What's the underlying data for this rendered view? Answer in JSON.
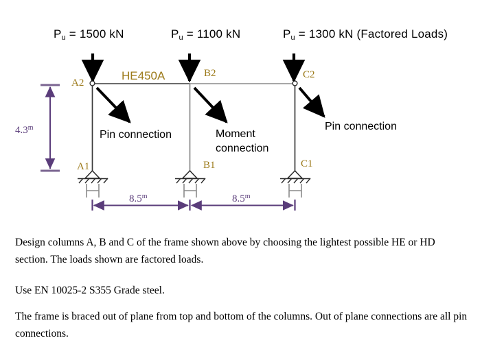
{
  "loads": {
    "unit": "kN",
    "suffix_note": "(Factored Loads)",
    "items": [
      {
        "label": "P",
        "sub": "u",
        "eq": " = 1500 kN",
        "value": 1500,
        "node": "A2"
      },
      {
        "label": "P",
        "sub": "u",
        "eq": " = 1100 kN",
        "value": 1100,
        "node": "B2"
      },
      {
        "label": "P",
        "sub": "u",
        "eq": " = 1300 kN (Factored Loads)",
        "value": 1300,
        "node": "C2"
      }
    ],
    "full_text_1": "P",
    "full_text_2": "P",
    "full_text_3": "P"
  },
  "frame": {
    "beam_section": "HE450A",
    "nodes": {
      "a_top": "A2",
      "b_top": "B2",
      "c_top": "C2",
      "a_base": "A1",
      "b_base": "B1",
      "c_base": "C1"
    },
    "annotations": {
      "left": "Pin connection",
      "middle_line1": "Moment",
      "middle_line2": "connection",
      "right": "Pin connection"
    },
    "dimensions": {
      "height": "4.3",
      "height_unit": "m",
      "span_left": "8.5",
      "span_left_unit": "m",
      "span_right": "8.5",
      "span_right_unit": "m"
    },
    "colors": {
      "member": "#3a3a3a",
      "dimension": "#5a3c7a",
      "label": "#9c7a1a",
      "arrow": "#000000"
    }
  },
  "body": {
    "para1": "Design columns A, B and C of the frame shown above by choosing the lightest possible HE or HD section. The loads shown are factored loads.",
    "para2": "Use EN 10025-2 S355 Grade steel.",
    "para3": "The frame is braced out of plane from top and bottom of the columns. Out of plane connections are all pin connections."
  }
}
